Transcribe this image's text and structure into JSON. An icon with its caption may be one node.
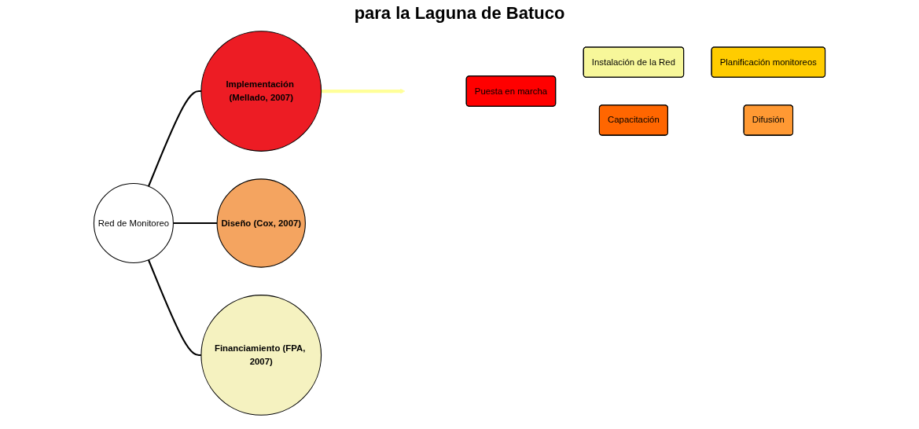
{
  "diagram": {
    "title": "para la Laguna de Batuco",
    "nodes": [
      {
        "text": [
          "Implementación (Mellado, 2007)"
        ]
      },
      {
        "text": [
          "Red de Monitoreo"
        ]
      },
      {
        "text": [
          "Diseño (Cox, 2007)"
        ]
      },
      {
        "text": [
          "Financiamiento (FPA, 2007)"
        ]
      },
      {
        "text": [
          "Puesta en marcha"
        ]
      },
      {
        "text": [
          "Instalación de la Red"
        ]
      },
      {
        "text": [
          "Planificación monitoreos"
        ]
      },
      {
        "text": [
          "Difusión"
        ]
      },
      {
        "text": [
          "Capacitación"
        ]
      }
    ],
    "edges": [
      {
        "from": 1,
        "to": 0,
        "arrow": "none"
      },
      {
        "from": 1,
        "to": 2,
        "arrow": "none"
      },
      {
        "from": 1,
        "to": 3,
        "arrow": "none"
      },
      {
        "from": 0,
        "to": null,
        "arrow": "to",
        "style": "thick",
        "color": "#ffff99"
      }
    ]
  }
}
